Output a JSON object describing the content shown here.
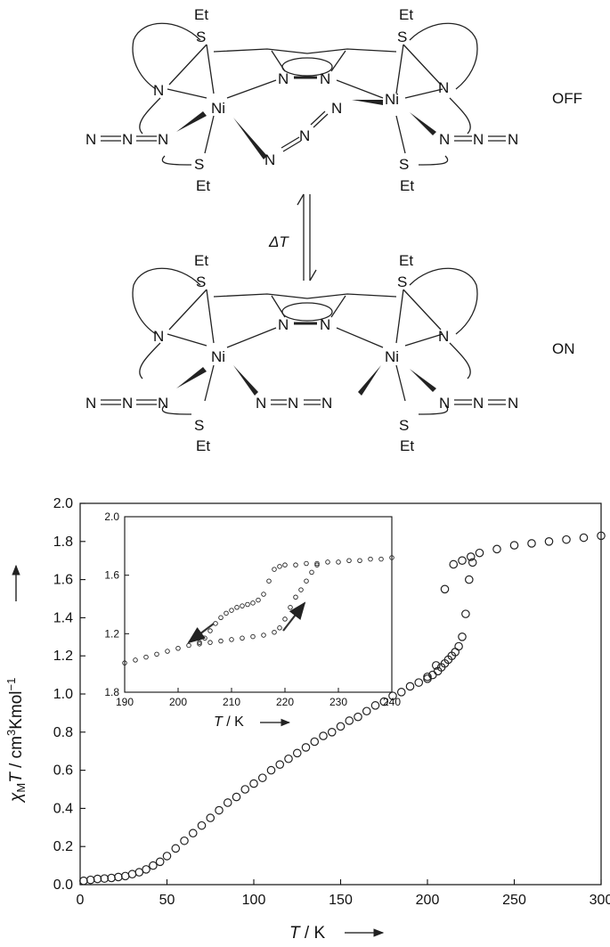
{
  "scheme": {
    "state_top": "OFF",
    "state_bottom": "ON",
    "equilibrium_label": "ΔT",
    "atoms": {
      "et": "Et",
      "s": "S",
      "n": "N",
      "ni": "Ni"
    },
    "azide_left": "N=N=N",
    "azide_right": "N=N=N"
  },
  "chart_data": [
    {
      "type": "scatter",
      "xlabel_italic": "T",
      "xlabel_rest": " / K",
      "ylabel_sym": "χ",
      "ylabel_sub": "M",
      "ylabel_italic": "T",
      "ylabel_rest": " / cm",
      "ylabel_sup": "3",
      "ylabel_rest2": "Kmol",
      "ylabel_sup2": "−1",
      "xlim": [
        0,
        300
      ],
      "ylim": [
        0.0,
        2.0
      ],
      "xticks": [
        "0",
        "50",
        "100",
        "150",
        "200",
        "250",
        "300"
      ],
      "yticks": [
        "0.0",
        "0.2",
        "0.4",
        "0.6",
        "0.8",
        "1.0",
        "1.2",
        "1.4",
        "1.6",
        "1.8",
        "2.0"
      ],
      "series": [
        {
          "x": [
            2,
            6,
            10,
            14,
            18,
            22,
            26,
            30,
            34,
            38,
            42,
            46,
            50,
            55,
            60,
            65,
            70,
            75,
            80,
            85,
            90,
            95,
            100,
            105,
            110,
            115,
            120,
            125,
            130,
            135,
            140,
            145,
            150,
            155,
            160,
            165,
            170,
            175,
            180,
            185,
            190,
            195,
            200,
            205,
            210,
            215,
            220,
            225,
            230,
            240,
            250,
            260,
            270,
            280,
            290,
            300
          ],
          "y": [
            0.02,
            0.025,
            0.03,
            0.032,
            0.035,
            0.04,
            0.045,
            0.055,
            0.065,
            0.08,
            0.1,
            0.12,
            0.15,
            0.19,
            0.23,
            0.27,
            0.31,
            0.35,
            0.39,
            0.43,
            0.46,
            0.5,
            0.53,
            0.56,
            0.6,
            0.63,
            0.66,
            0.69,
            0.72,
            0.75,
            0.78,
            0.8,
            0.83,
            0.86,
            0.88,
            0.91,
            0.94,
            0.96,
            0.99,
            1.01,
            1.04,
            1.06,
            1.08,
            1.15,
            1.55,
            1.68,
            1.7,
            1.72,
            1.74,
            1.76,
            1.78,
            1.79,
            1.8,
            1.81,
            1.82,
            1.83
          ]
        },
        {
          "x": [
            200,
            203,
            206,
            208,
            210,
            212,
            214,
            216,
            218,
            220,
            222,
            224,
            226
          ],
          "y": [
            1.09,
            1.1,
            1.12,
            1.14,
            1.16,
            1.18,
            1.2,
            1.22,
            1.25,
            1.3,
            1.42,
            1.6,
            1.69
          ]
        }
      ],
      "arrows": [
        "cooling",
        "heating"
      ]
    },
    {
      "type": "scatter",
      "inset": true,
      "xlabel_italic": "T",
      "xlabel_rest": " / K",
      "xlim": [
        190,
        240
      ],
      "ylim": [
        0.8,
        2.0
      ],
      "xticks": [
        "190",
        "200",
        "210",
        "220",
        "230",
        "240"
      ],
      "yticks": [
        "1.8",
        "1.2",
        "1.6",
        "2.0"
      ],
      "series": [
        {
          "name": "cooling",
          "x": [
            190,
            192,
            194,
            196,
            198,
            200,
            202,
            204,
            205,
            206,
            207,
            208,
            209,
            210,
            211,
            212,
            213,
            214,
            215,
            216,
            217,
            218,
            219,
            220,
            222,
            224,
            226,
            228,
            230,
            232,
            234,
            236,
            238,
            240
          ],
          "y": [
            1.0,
            1.02,
            1.04,
            1.06,
            1.08,
            1.1,
            1.12,
            1.14,
            1.17,
            1.22,
            1.27,
            1.31,
            1.34,
            1.36,
            1.38,
            1.39,
            1.4,
            1.41,
            1.43,
            1.47,
            1.56,
            1.64,
            1.66,
            1.67,
            1.67,
            1.68,
            1.68,
            1.69,
            1.69,
            1.7,
            1.7,
            1.71,
            1.71,
            1.72
          ]
        },
        {
          "name": "heating",
          "x": [
            204,
            206,
            208,
            210,
            212,
            214,
            216,
            218,
            219,
            220,
            221,
            222,
            223,
            224,
            225,
            226
          ],
          "y": [
            1.13,
            1.14,
            1.15,
            1.16,
            1.17,
            1.18,
            1.19,
            1.21,
            1.24,
            1.3,
            1.38,
            1.45,
            1.5,
            1.56,
            1.62,
            1.67
          ]
        }
      ]
    }
  ]
}
